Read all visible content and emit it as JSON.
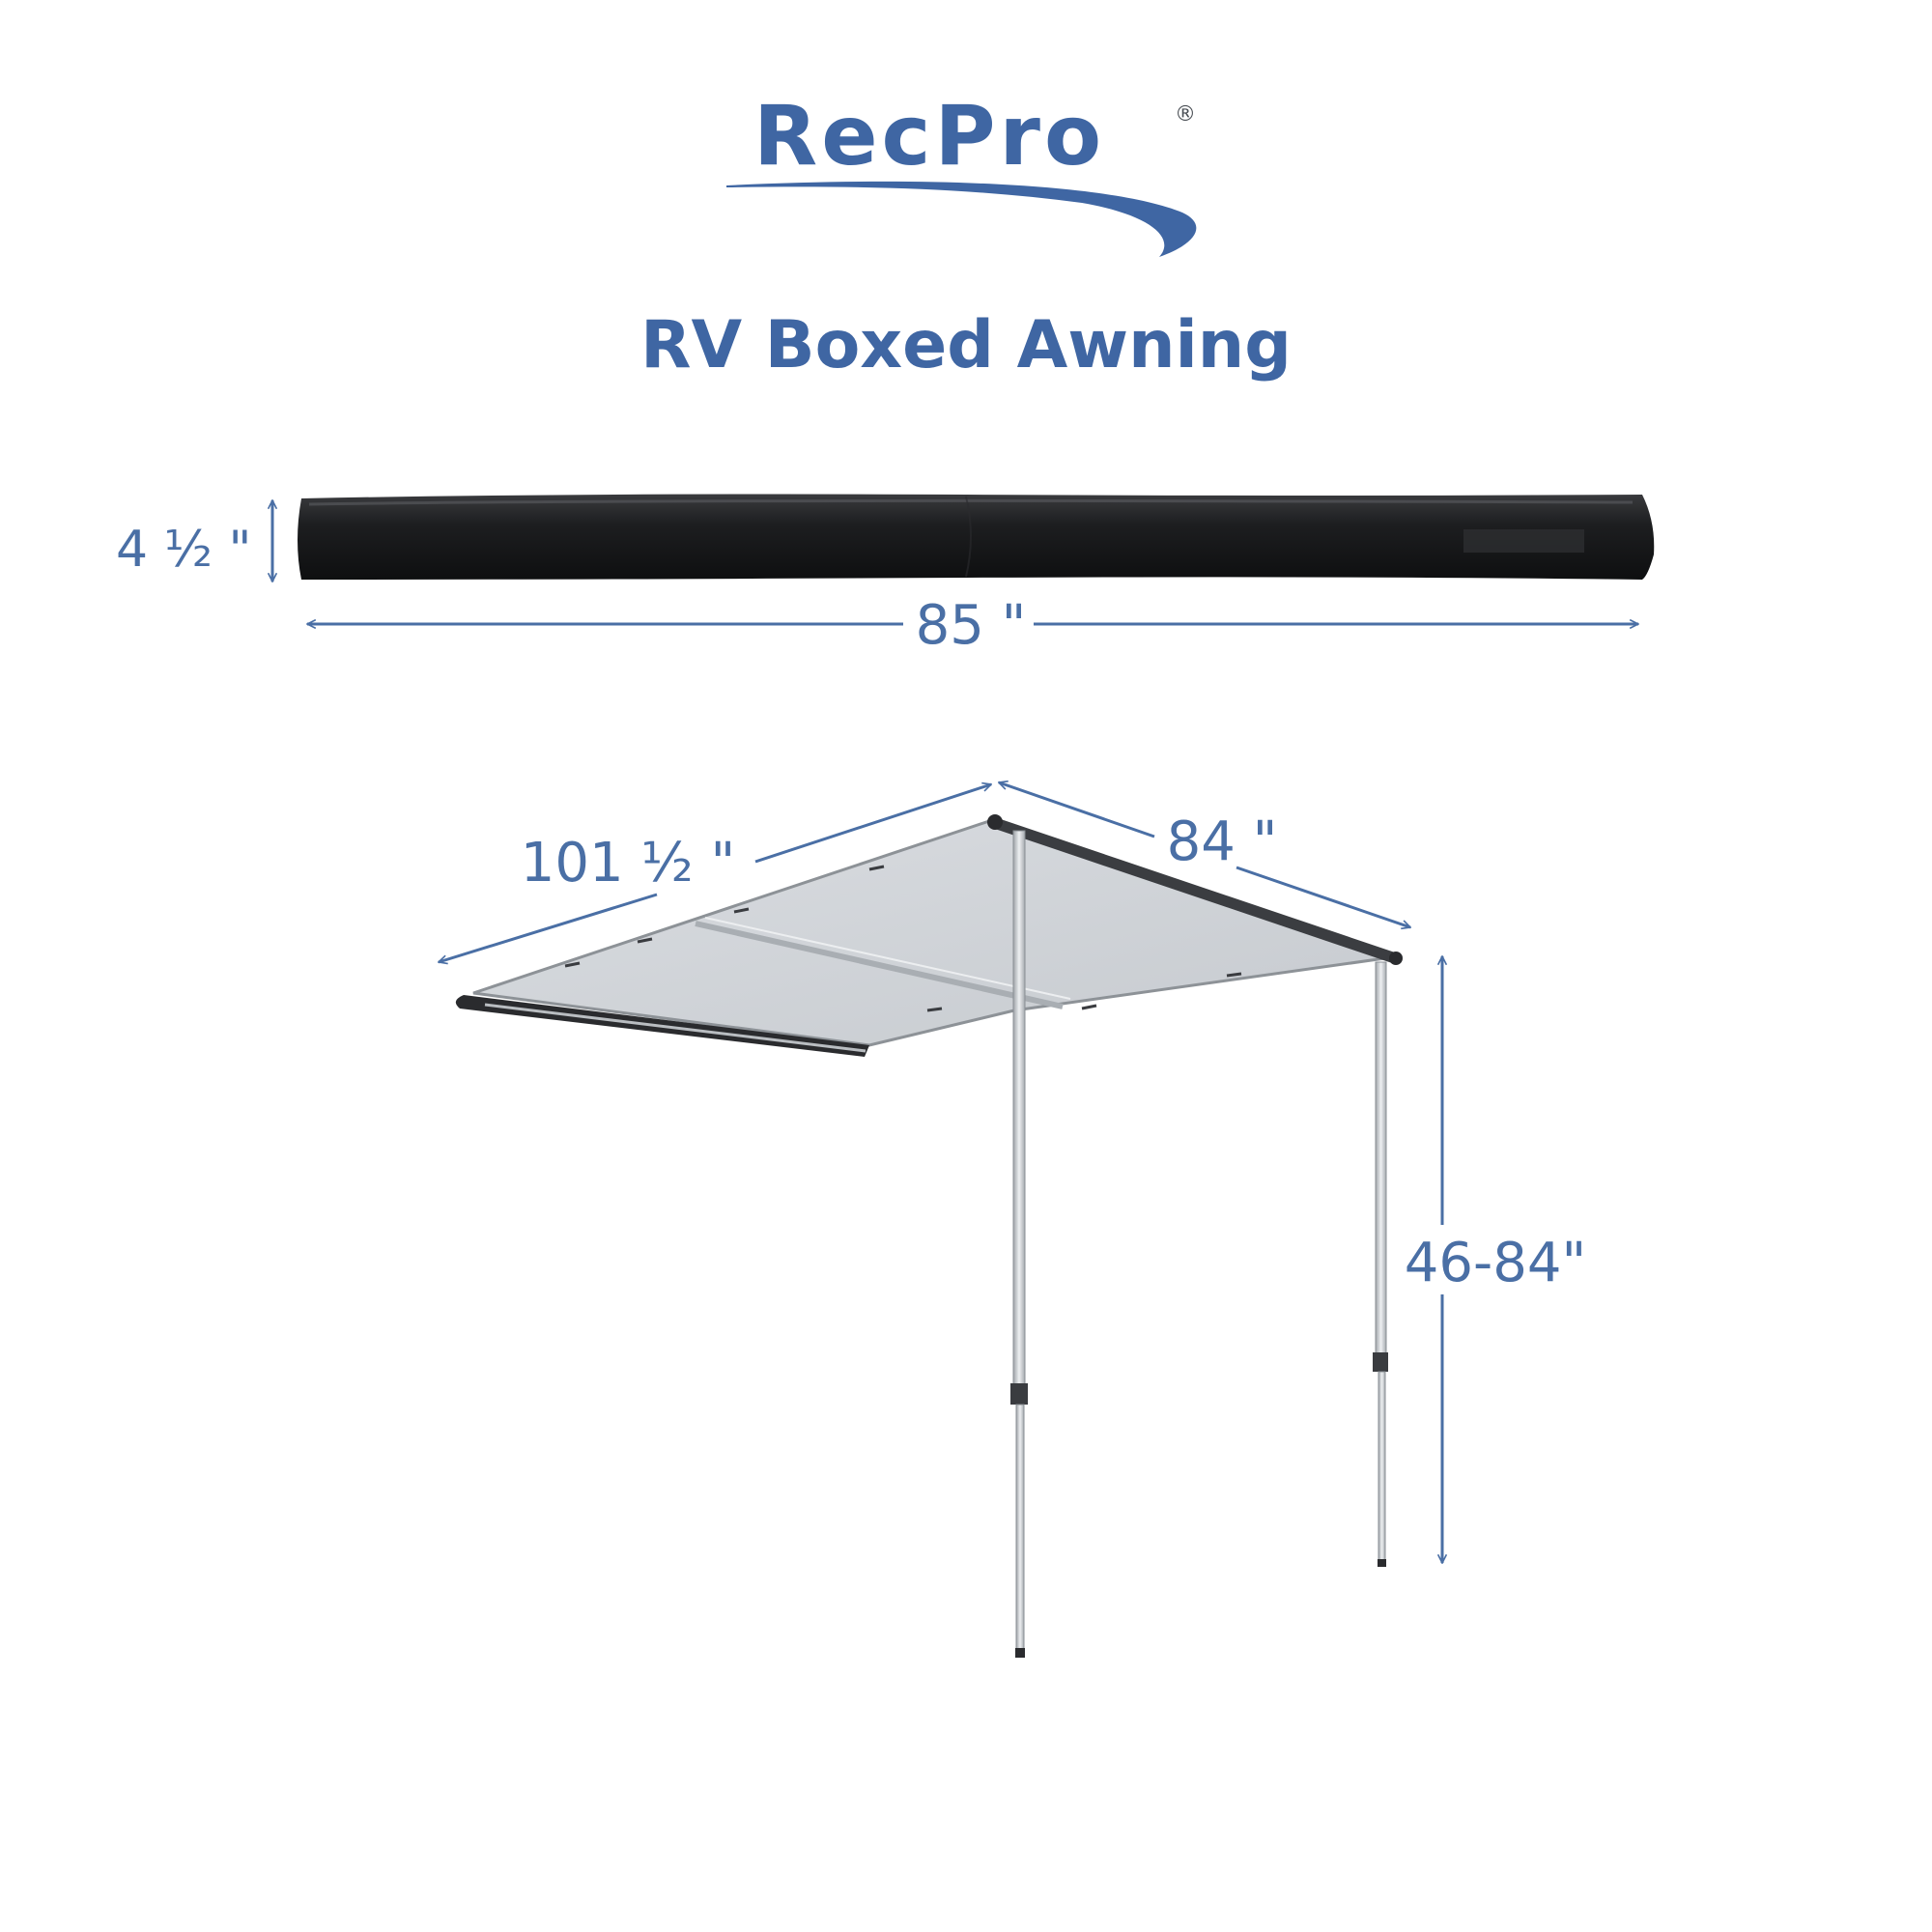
{
  "brand": {
    "name": "RecPro",
    "registered_mark": "®",
    "color_primary": "#3f66a3",
    "color_secondary": "#4a4f55"
  },
  "title": "RV Boxed Awning",
  "dimensions": {
    "case_height": "4 ½ \"",
    "case_length": "85 \"",
    "awning_length": "101 ½ \"",
    "awning_depth": "84 \"",
    "pole_height": "46-84\""
  },
  "colors": {
    "dimension": "#4a6fa5",
    "case": "#1e1f21",
    "fabric": "#d3d6da",
    "pole": "#d0d3d6"
  }
}
